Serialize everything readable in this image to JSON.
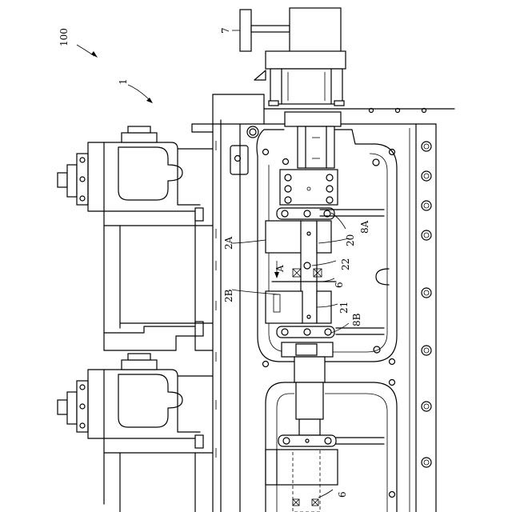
{
  "labels": {
    "ref_100": "100",
    "ref_1": "1",
    "ref_7": "7",
    "ref_2A": "2A",
    "ref_2B": "2B",
    "ref_20": "20",
    "ref_21": "21",
    "ref_22": "22",
    "ref_6_upper": "6",
    "ref_6_lower": "6",
    "ref_8A": "8A",
    "ref_8B": "8B",
    "ref_A": "A"
  }
}
